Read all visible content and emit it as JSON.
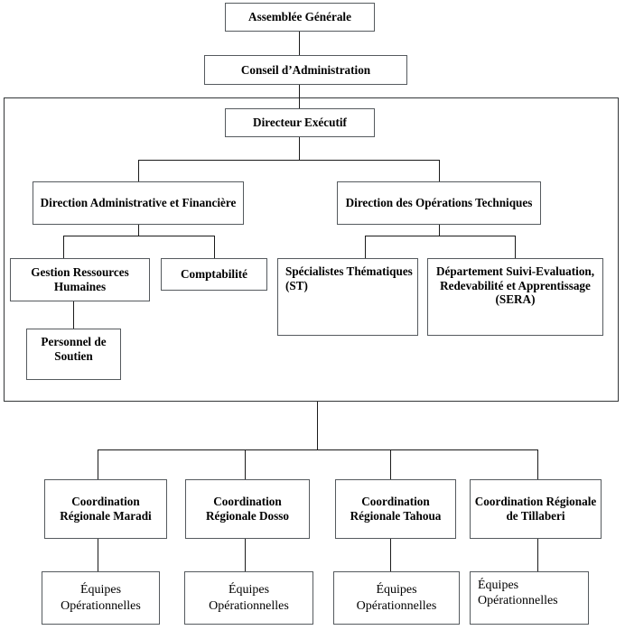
{
  "diagram": {
    "title": "Organigramme",
    "type": "organizational-chart",
    "language": "fr",
    "colors": {
      "background": "#ffffff",
      "box_border": "#555a5e",
      "container_border": "#333638",
      "connector": "#1a1a1a",
      "text": "#000000"
    },
    "nodes": {
      "assemblee_generale": "Assemblée Générale",
      "conseil_administration": "Conseil d’Administration",
      "directeur_executif": "Directeur Exécutif",
      "direction_administrative": "Direction Administrative et Financière",
      "direction_operations": "Direction des Opérations Techniques",
      "gestion_ressources_humaines": "Gestion Ressources Humaines",
      "comptabilite": "Comptabilité",
      "specialistes_thematiques": "Spécialistes Thématiques (ST)",
      "departement_sera": "Département Suivi-Evaluation, Redevabilité et Apprentissage (SERA)",
      "personnel_soutien": "Personnel de Soutien",
      "coordination_maradi": "Coordination Régionale Maradi",
      "coordination_dosso": "Coordination Régionale Dosso",
      "coordination_tahoua": "Coordination Régionale Tahoua",
      "coordination_tillaberi": "Coordination Régionale de Tillaberi",
      "equipes_maradi": "Équipes Opérationnelles",
      "equipes_dosso": "Équipes Opérationnelles",
      "equipes_tahoua": "Équipes Opérationnelles",
      "equipes_tillaberi": "Équipes Opérationnelles"
    }
  }
}
